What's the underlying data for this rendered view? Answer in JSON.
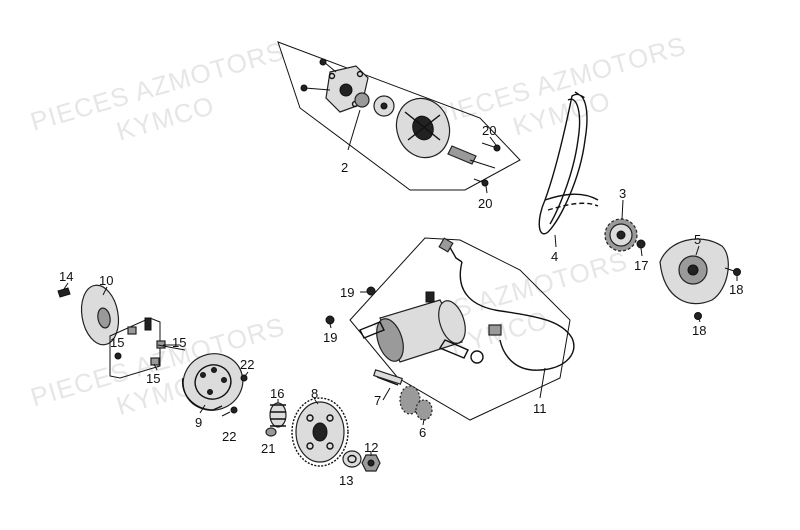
{
  "watermark": {
    "line1": "PIECES AZMOTORS",
    "line2": "KYMCO"
  },
  "callouts": {
    "c1": "2",
    "c2": "20",
    "c3": "20",
    "c4": "3",
    "c5": "4",
    "c6": "17",
    "c7": "5",
    "c8": "18",
    "c9": "18",
    "c10": "14",
    "c11": "10",
    "c12": "19",
    "c13": "19",
    "c14": "15",
    "c15": "15",
    "c16": "15",
    "c17": "22",
    "c18": "22",
    "c19": "9",
    "c20": "16",
    "c21": "21",
    "c22": "8",
    "c23": "7",
    "c24": "6",
    "c25": "11",
    "c26": "12",
    "c27": "13"
  }
}
